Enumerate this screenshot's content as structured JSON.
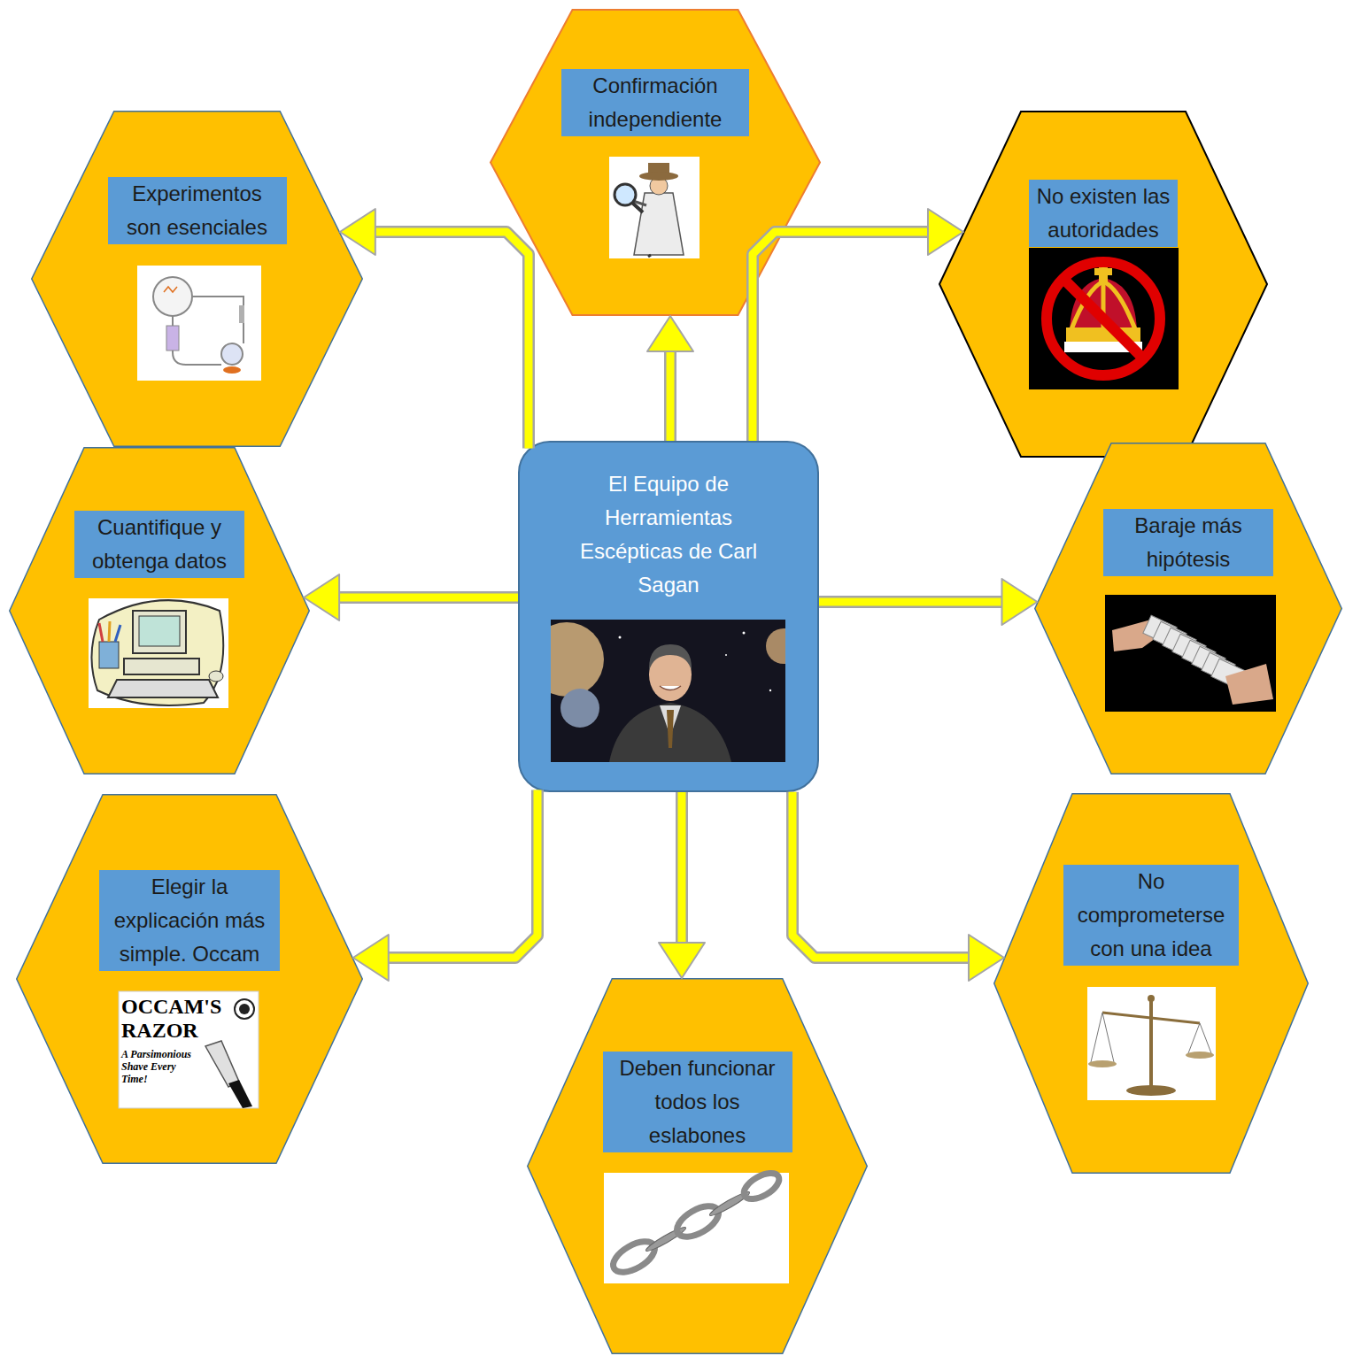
{
  "diagram": {
    "nodes": [
      {
        "text": [
          "Confirmación independiente"
        ]
      },
      {
        "text": [
          "Experimentos son esenciales"
        ]
      },
      {
        "text": [
          "No existen las autoridades"
        ]
      },
      {
        "text": [
          "Cuantifique y obtenga datos"
        ]
      },
      {
        "text": [
          "El Equipo de Herramientas Escépticas de Carl Sagan"
        ]
      },
      {
        "text": [
          "Baraje más hipótesis"
        ]
      },
      {
        "text": [
          "Elegir la explicación más simple. Occam"
        ]
      },
      {
        "text": [
          "No comprometerse con una idea"
        ]
      },
      {
        "text": [
          "Deben funcionar todos los eslabones"
        ]
      }
    ],
    "edges": [
      {
        "from": 4,
        "to": 0,
        "arrow": "to"
      },
      {
        "from": 4,
        "to": 1,
        "arrow": "to"
      },
      {
        "from": 4,
        "to": 2,
        "arrow": "to"
      },
      {
        "from": 4,
        "to": 3,
        "arrow": "to"
      },
      {
        "from": 4,
        "to": 5,
        "arrow": "to"
      },
      {
        "from": 4,
        "to": 6,
        "arrow": "to"
      },
      {
        "from": 4,
        "to": 7,
        "arrow": "to"
      },
      {
        "from": 4,
        "to": 8,
        "arrow": "to"
      }
    ],
    "labels": [
      "OCCAM'S RAZOR",
      "A Parsimonious Shave Every Time!"
    ]
  }
}
